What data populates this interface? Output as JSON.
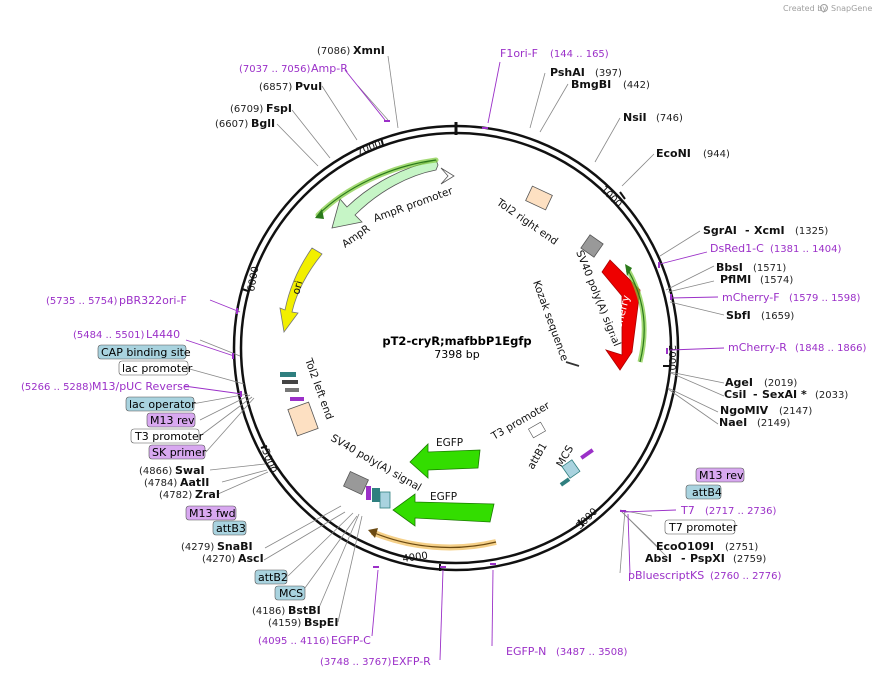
{
  "credit": {
    "text": "Created by",
    "brand": "SnapGene"
  },
  "plasmid": {
    "name": "pT2-cryR;mafbbP1Egfp",
    "length": "7398 bp"
  },
  "ticks": [
    "1000",
    "2000",
    "3000",
    "4000",
    "5000",
    "6000",
    "7000"
  ],
  "colors": {
    "purple": "#9b30c8",
    "cyan_box": "#a9d3df",
    "purple_box": "#d8a8f0",
    "green": "#33dd00",
    "red": "#ee0000",
    "yellow": "#f2ef00"
  },
  "features": {
    "tol2_right": "Tol2 right end",
    "sv40_top": "SV40 poly(A) signal",
    "kozak": "Kozak sequence",
    "mcherry": "mCherry",
    "ampr_promoter": "AmpR promoter",
    "ampr": "AmpR",
    "ori": "ori",
    "tol2_left": "Tol2 left end",
    "t3_promoter_in": "T3 promoter",
    "attb1": "attB1",
    "mcs_in": "MCS",
    "egfp1": "EGFP",
    "egfp2": "EGFP",
    "sv40_bottom": "SV40 poly(A) signal"
  },
  "sites": {
    "xmni": {
      "pos": "(7086)",
      "name": "XmnI"
    },
    "ampr_primer": {
      "range": "(7037 .. 7056)",
      "name": "Amp-R"
    },
    "pvui": {
      "pos": "(6857)",
      "name": "PvuI"
    },
    "fspi": {
      "pos": "(6709)",
      "name": "FspI"
    },
    "bgli": {
      "pos": "(6607)",
      "name": "BglI"
    },
    "f1ori": {
      "name": "F1ori-F",
      "range": "(144 .. 165)"
    },
    "pshai": {
      "name": "PshAI",
      "pos": "(397)"
    },
    "bmgbi": {
      "name": "BmgBI",
      "pos": "(442)"
    },
    "nsii": {
      "name": "NsiI",
      "pos": "(746)"
    },
    "econi": {
      "name": "EcoNI",
      "pos": "(944)"
    },
    "sgrai": {
      "name": "SgrAI",
      "sep": "-",
      "name2": "XcmI",
      "pos": "(1325)"
    },
    "dsred": {
      "name": "DsRed1-C",
      "range": "(1381 .. 1404)"
    },
    "bbsi": {
      "name": "BbsI",
      "pos": "(1571)"
    },
    "pflmi": {
      "name": "PflMI",
      "pos": "(1574)"
    },
    "mcherryf": {
      "name": "mCherry-F",
      "range": "(1579 .. 1598)"
    },
    "sbfi": {
      "name": "SbfI",
      "pos": "(1659)"
    },
    "mcherryr": {
      "name": "mCherry-R",
      "range": "(1848 .. 1866)"
    },
    "agei": {
      "name": "AgeI",
      "pos": "(2019)"
    },
    "csii": {
      "name": "CsiI",
      "sep": "-",
      "name2": "SexAI",
      "star": "*",
      "pos": "(2033)"
    },
    "ngomiv": {
      "name": "NgoMIV",
      "pos": "(2147)"
    },
    "naei": {
      "name": "NaeI",
      "pos": "(2149)"
    },
    "m13rev_r": "M13 rev",
    "attb4": "attB4",
    "t7": {
      "name": "T7",
      "range": "(2717 .. 2736)"
    },
    "t7prom": "T7 promoter",
    "ecoo109i": {
      "name": "EcoO109I",
      "pos": "(2751)"
    },
    "absi": {
      "name": "AbsI",
      "sep": "-",
      "name2": "PspXI",
      "pos": "(2759)"
    },
    "pbks": {
      "name": "pBluescriptKS",
      "range": "(2760 .. 2776)"
    },
    "egfpn": {
      "name": "EGFP-N",
      "range": "(3487 .. 3508)"
    },
    "exfpr": {
      "range": "(3748 .. 3767)",
      "name": "EXFP-R"
    },
    "egfpc": {
      "range": "(4095 .. 4116)",
      "name": "EGFP-C"
    },
    "bspei": {
      "pos": "(4159)",
      "name": "BspEI"
    },
    "bstbi": {
      "pos": "(4186)",
      "name": "BstBI"
    },
    "mcs_l": "MCS",
    "attb2": "attB2",
    "asci": {
      "pos": "(4270)",
      "name": "AscI"
    },
    "snabi": {
      "pos": "(4279)",
      "name": "SnaBI"
    },
    "attb3": "attB3",
    "m13fwd": "M13 fwd",
    "zrai": {
      "pos": "(4782)",
      "name": "ZraI"
    },
    "aatii": {
      "pos": "(4784)",
      "name": "AatII"
    },
    "swai": {
      "pos": "(4866)",
      "name": "SwaI"
    },
    "skprimer": "SK primer",
    "t3prom_l": "T3 promoter",
    "m13rev_l": "M13 rev",
    "lacop": "lac operator",
    "m13puc": {
      "range": "(5266 .. 5288)",
      "name": "M13/pUC Reverse"
    },
    "lacprom": "lac promoter",
    "cap": "CAP binding site",
    "l4440": {
      "range": "(5484 .. 5501)",
      "name": "L4440"
    },
    "pbr322": {
      "range": "(5735 .. 5754)",
      "name": "pBR322ori-F"
    }
  }
}
